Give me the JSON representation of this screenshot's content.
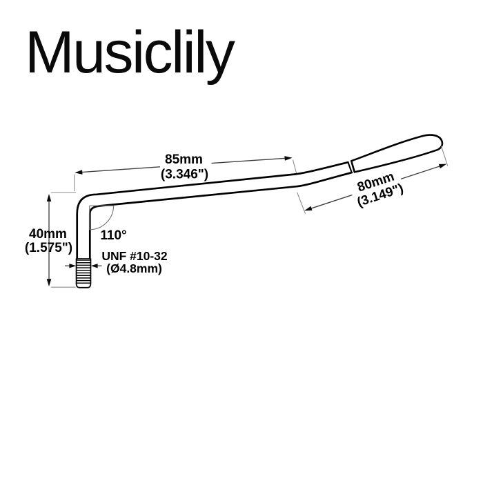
{
  "brand": {
    "logo_text": "Musiclily"
  },
  "diagram": {
    "subject": "tremolo-arm-dimension-drawing",
    "labels": {
      "dim_main_mm": "85mm",
      "dim_main_inch": "(3.346\")",
      "dim_tip_mm": "80mm",
      "dim_tip_inch": "(3.149\")",
      "dim_height_mm": "40mm",
      "dim_height_inch": "(1.575\")",
      "bend_angle": "110°",
      "thread_spec": "UNF #10-32",
      "thread_diameter": "(Ø4.8mm)"
    },
    "colors": {
      "background": "#ffffff",
      "part_outline": "#000000",
      "dimension_line": "#3f3f3f",
      "extension_line": "#8c8c8c",
      "text": "#000000"
    }
  }
}
